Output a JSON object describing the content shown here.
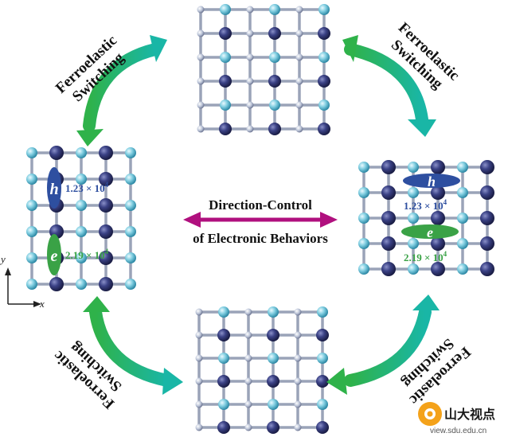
{
  "switch_label": {
    "line1": "Ferroelastic",
    "line2": "Switching"
  },
  "center": {
    "line1": "Direction-Control",
    "line2": "of Electronic Behaviors"
  },
  "left_panel": {
    "hole_symbol": "h",
    "hole_value": "1.23 × 10",
    "hole_exp": "4",
    "electron_symbol": "e",
    "electron_value": "2.19 × 10",
    "electron_exp": "4"
  },
  "right_panel": {
    "hole_symbol": "h",
    "hole_value": "1.23 × 10",
    "hole_exp": "4",
    "electron_symbol": "e",
    "electron_value": "2.19 × 10",
    "electron_exp": "4"
  },
  "axes": {
    "y": "y",
    "x": "x"
  },
  "watermark": {
    "brand": "山大视点",
    "url": "view.sdu.edu.cn"
  },
  "colors": {
    "hole": "#2e4fa0",
    "electron": "#3aa246",
    "dark_atom": "#2b2f6b",
    "light_atom": "#5fb8cf",
    "bond": "#9aa3b8",
    "arrow_magenta": "#b0107e",
    "arrow_green": "#2fb24a",
    "arrow_teal": "#1fb3a4"
  }
}
